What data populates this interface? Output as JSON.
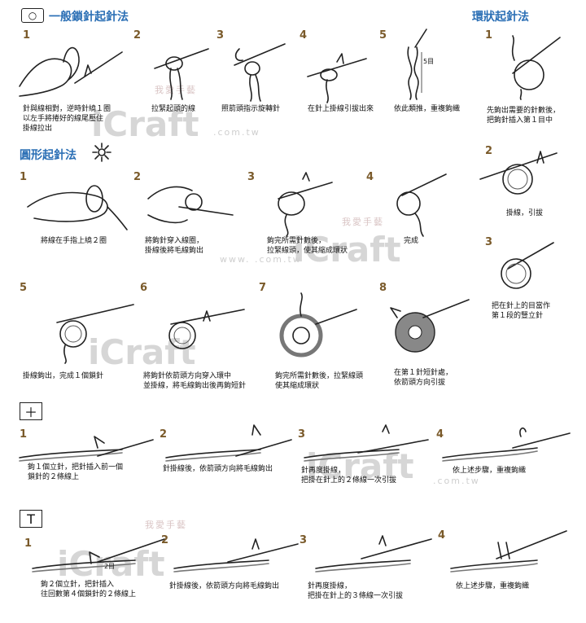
{
  "sections": {
    "chain_start": {
      "title": "一般鎖針起針法",
      "symbol": "○"
    },
    "ring_start": {
      "title": "環狀起針法"
    },
    "circle_start": {
      "title": "圓形起針法"
    },
    "single_crochet": {
      "symbol": "＋"
    },
    "half_double": {
      "symbol": "T"
    }
  },
  "chain_steps": [
    {
      "num": "1",
      "text": "針與線相對，逆時針繞１圈\n以左手將捲好的線尾壓住\n掛線拉出"
    },
    {
      "num": "2",
      "text": "拉緊起頭的線"
    },
    {
      "num": "3",
      "text": "照箭頭指示旋轉針"
    },
    {
      "num": "4",
      "text": "在針上掛線引拔出來"
    },
    {
      "num": "5",
      "text": "依此類推，重複鉤織"
    }
  ],
  "chain_step5_label": "5目",
  "ring_steps": [
    {
      "num": "1",
      "text": "先鉤出需要的針數後，\n把鉤針插入第１目中"
    },
    {
      "num": "2",
      "text": "掛線，引拔"
    },
    {
      "num": "3",
      "text": "把在針上的目當作\n第１段的豎立針"
    }
  ],
  "circle_steps": [
    {
      "num": "1",
      "text": "將線在手指上繞２圈"
    },
    {
      "num": "2",
      "text": "將鉤針穿入線圈，\n掛線後將毛線鉤出"
    },
    {
      "num": "3",
      "text": "鉤完所需針數後，\n拉緊線頭，使其縮成環狀"
    },
    {
      "num": "4",
      "text": "完成"
    },
    {
      "num": "5",
      "text": "掛線鉤出，完成１個鎖針"
    },
    {
      "num": "6",
      "text": "將鉤針依箭頭方向穿入環中\n並掛線，將毛線鉤出後再鉤短針"
    },
    {
      "num": "7",
      "text": "鉤完所需針數後，拉緊線頭\n使其縮成環狀"
    },
    {
      "num": "8",
      "text": "在第１針短針處，\n依箭頭方向引拔"
    }
  ],
  "sc_steps": [
    {
      "num": "1",
      "text": "鉤１個立針，把針插入前一個\n鎖針的２條線上"
    },
    {
      "num": "2",
      "text": "針掛線後，依箭頭方向將毛線鉤出"
    },
    {
      "num": "3",
      "text": "針再度掛線，\n把掛在針上的２條線一次引拔"
    },
    {
      "num": "4",
      "text": "依上述步驟，重複鉤織"
    }
  ],
  "hdc_steps": [
    {
      "num": "1",
      "text": "鉤２個立針，把針插入\n往回數第４個鎖針的２條線上"
    },
    {
      "num": "2",
      "text": "針掛線後，依箭頭方向將毛線鉤出"
    },
    {
      "num": "3",
      "text": "針再度掛線，\n把掛在針上的３條線一次引拔"
    },
    {
      "num": "4",
      "text": "依上述步驟，重複鉤織"
    }
  ],
  "hdc_step1_label": "2目",
  "watermark": {
    "brand": "iCraft",
    "url": "www.          .com.tw",
    "url2": ".com.tw",
    "cn": "我愛手藝"
  }
}
